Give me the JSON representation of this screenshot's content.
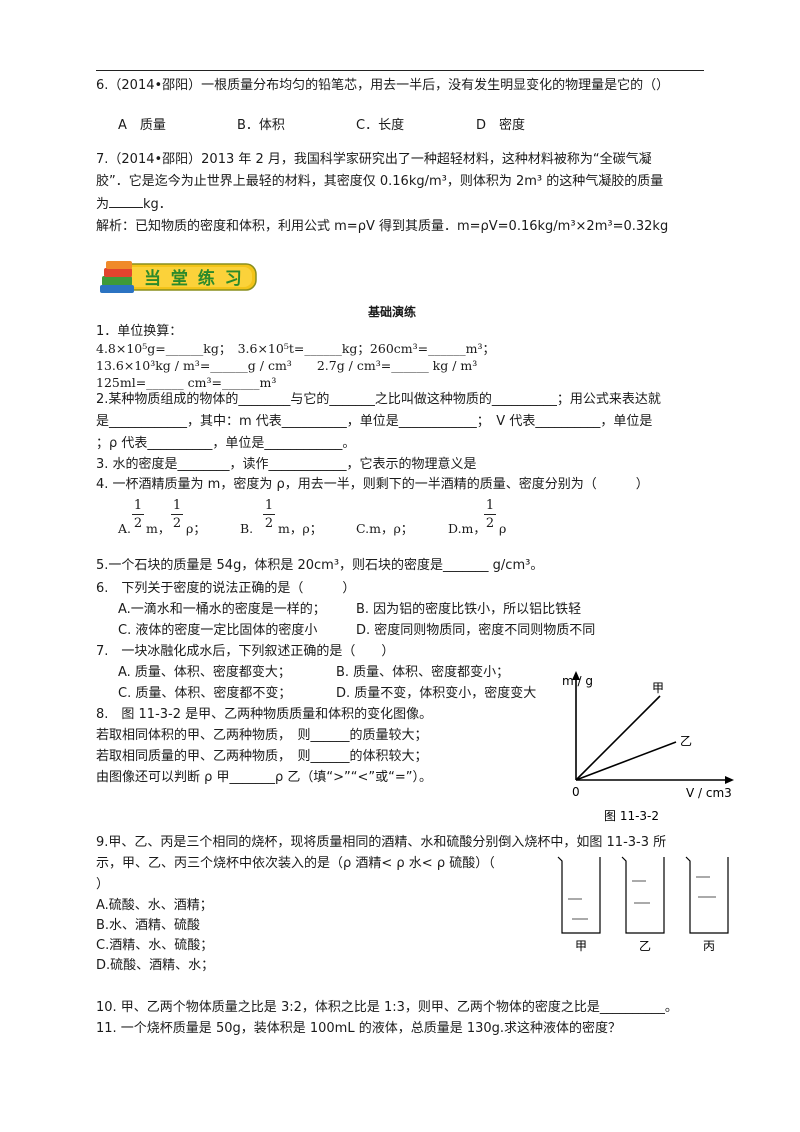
{
  "q6": {
    "stem": "6.（2014•邵阳）一根质量分布均匀的铅笔芯，用去一半后，没有发生明显变化的物理量是它的（）",
    "a": "A　质量",
    "b": "B．体积",
    "c": "C．长度",
    "d": "D　密度"
  },
  "q7": {
    "line1": "7.（2014•邵阳）2013 年 2 月，我国科学家研究出了一种超轻材料，这种材料被称为“全碳气凝",
    "line2": "胶”．它是迄今为止世界上最轻的材料，其密度仅 0.16kg/m³，则体积为 2m³ 的这种气凝胶的质量",
    "line3_pre": "为",
    "line3_post": "kg．",
    "analysis": "解析：已知物质的密度和体积，利用公式 m=ρV 得到其质量．m=ρV=0.16kg/m³×2m³=0.32kg"
  },
  "banner": {
    "label": "当 堂 练 习"
  },
  "section_title": "基础演练",
  "p1": {
    "title": "1．单位换算：",
    "l1": "4.8×10⁵g=______kg；　3.6×10⁵t=______kg；260cm³=______m³；",
    "l2": "13.6×10³kg / m³=______g / cm³　　2.7g / cm³=______ kg / m³",
    "l3": "125ml=______ cm³=______m³"
  },
  "p2": {
    "l1": "2.某种物质组成的物体的________与它的_______之比叫做这种物质的__________；用公式来表达就",
    "l2": "是____________，其中：m 代表__________，单位是____________；　V 代表__________，单位是",
    "l3": "；ρ 代表__________，单位是____________。"
  },
  "p3": {
    "text": "3. 水的密度是________，读作____________，它表示的物理意义是"
  },
  "p4": {
    "stem": "4. 一杯酒精质量为 m，密度为 ρ，用去一半，则剩下的一半酒精的质量、密度分别为（　　　）",
    "frac_num": "1",
    "frac_den": "2",
    "a_prefix": "A.",
    "a_suffix": "m，",
    "a_suffix2": "ρ；",
    "b_prefix": "B.",
    "b_suffix": "m，ρ；",
    "c_text": "C.m，ρ；",
    "d_prefix": "D.m，",
    "d_suffix": "ρ"
  },
  "p5": {
    "text": "5.一个石块的质量是 54g，体积是 20cm³，则石块的密度是_______ g/cm³。"
  },
  "p6": {
    "stem": "6.　下列关于密度的说法正确的是（　　　）",
    "a": "A.一滴水和一桶水的密度是一样的；",
    "b": "B. 因为铝的密度比铁小，所以铝比铁轻",
    "c": "C. 液体的密度一定比固体的密度小",
    "d": "D. 密度同则物质同，密度不同则物质不同"
  },
  "p7": {
    "stem": "7.　一块冰融化成水后，下列叙述正确的是（　　）",
    "a": "A. 质量、体积、密度都变大；",
    "b": "B. 质量、体积、密度都变小；",
    "c": "C. 质量、体积、密度都不变；",
    "d": "D. 质量不变，体积变小，密度变大"
  },
  "p8": {
    "l1": "8.　图 11-3-2 是甲、乙两种物质质量和体积的变化图像。",
    "l2": "若取相同体积的甲、乙两种物质，　则______的质量较大；",
    "l3": "若取相同质量的甲、乙两种物质，　则______的体积较大；",
    "l4": "由图像还可以判断 ρ 甲_______ρ 乙（填“>”“<”或“=”）。"
  },
  "graph": {
    "y_label": "m / g",
    "x_label": "V / cm3",
    "origin": "0",
    "line_a": "甲",
    "line_b": "乙",
    "caption": "图 11-3-2"
  },
  "p9": {
    "l1": "9.甲、乙、丙是三个相同的烧杯，现将质量相同的酒精、水和硫酸分别倒入烧杯中，如图 11-3-3 所",
    "l2": "示，甲、乙、丙三个烧杯中依次装入的是（ρ 酒精< ρ 水< ρ 硫酸）（",
    "l3": "）",
    "a": "A.硫酸、水、酒精；",
    "b": "B.水、酒精、硫酸",
    "c": "C.酒精、水、硫酸；",
    "d": "D.硫酸、酒精、水；"
  },
  "beakers": {
    "a": "甲",
    "b": "乙",
    "c": "丙"
  },
  "p10": {
    "text": "10. 甲、乙两个物体质量之比是 3:2，体积之比是 1:3，则甲、乙两个物体的密度之比是__________。"
  },
  "p11": {
    "text": "11. 一个烧杯质量是 50g，装体积是 100mL 的液体，总质量是 130g.求这种液体的密度？"
  }
}
